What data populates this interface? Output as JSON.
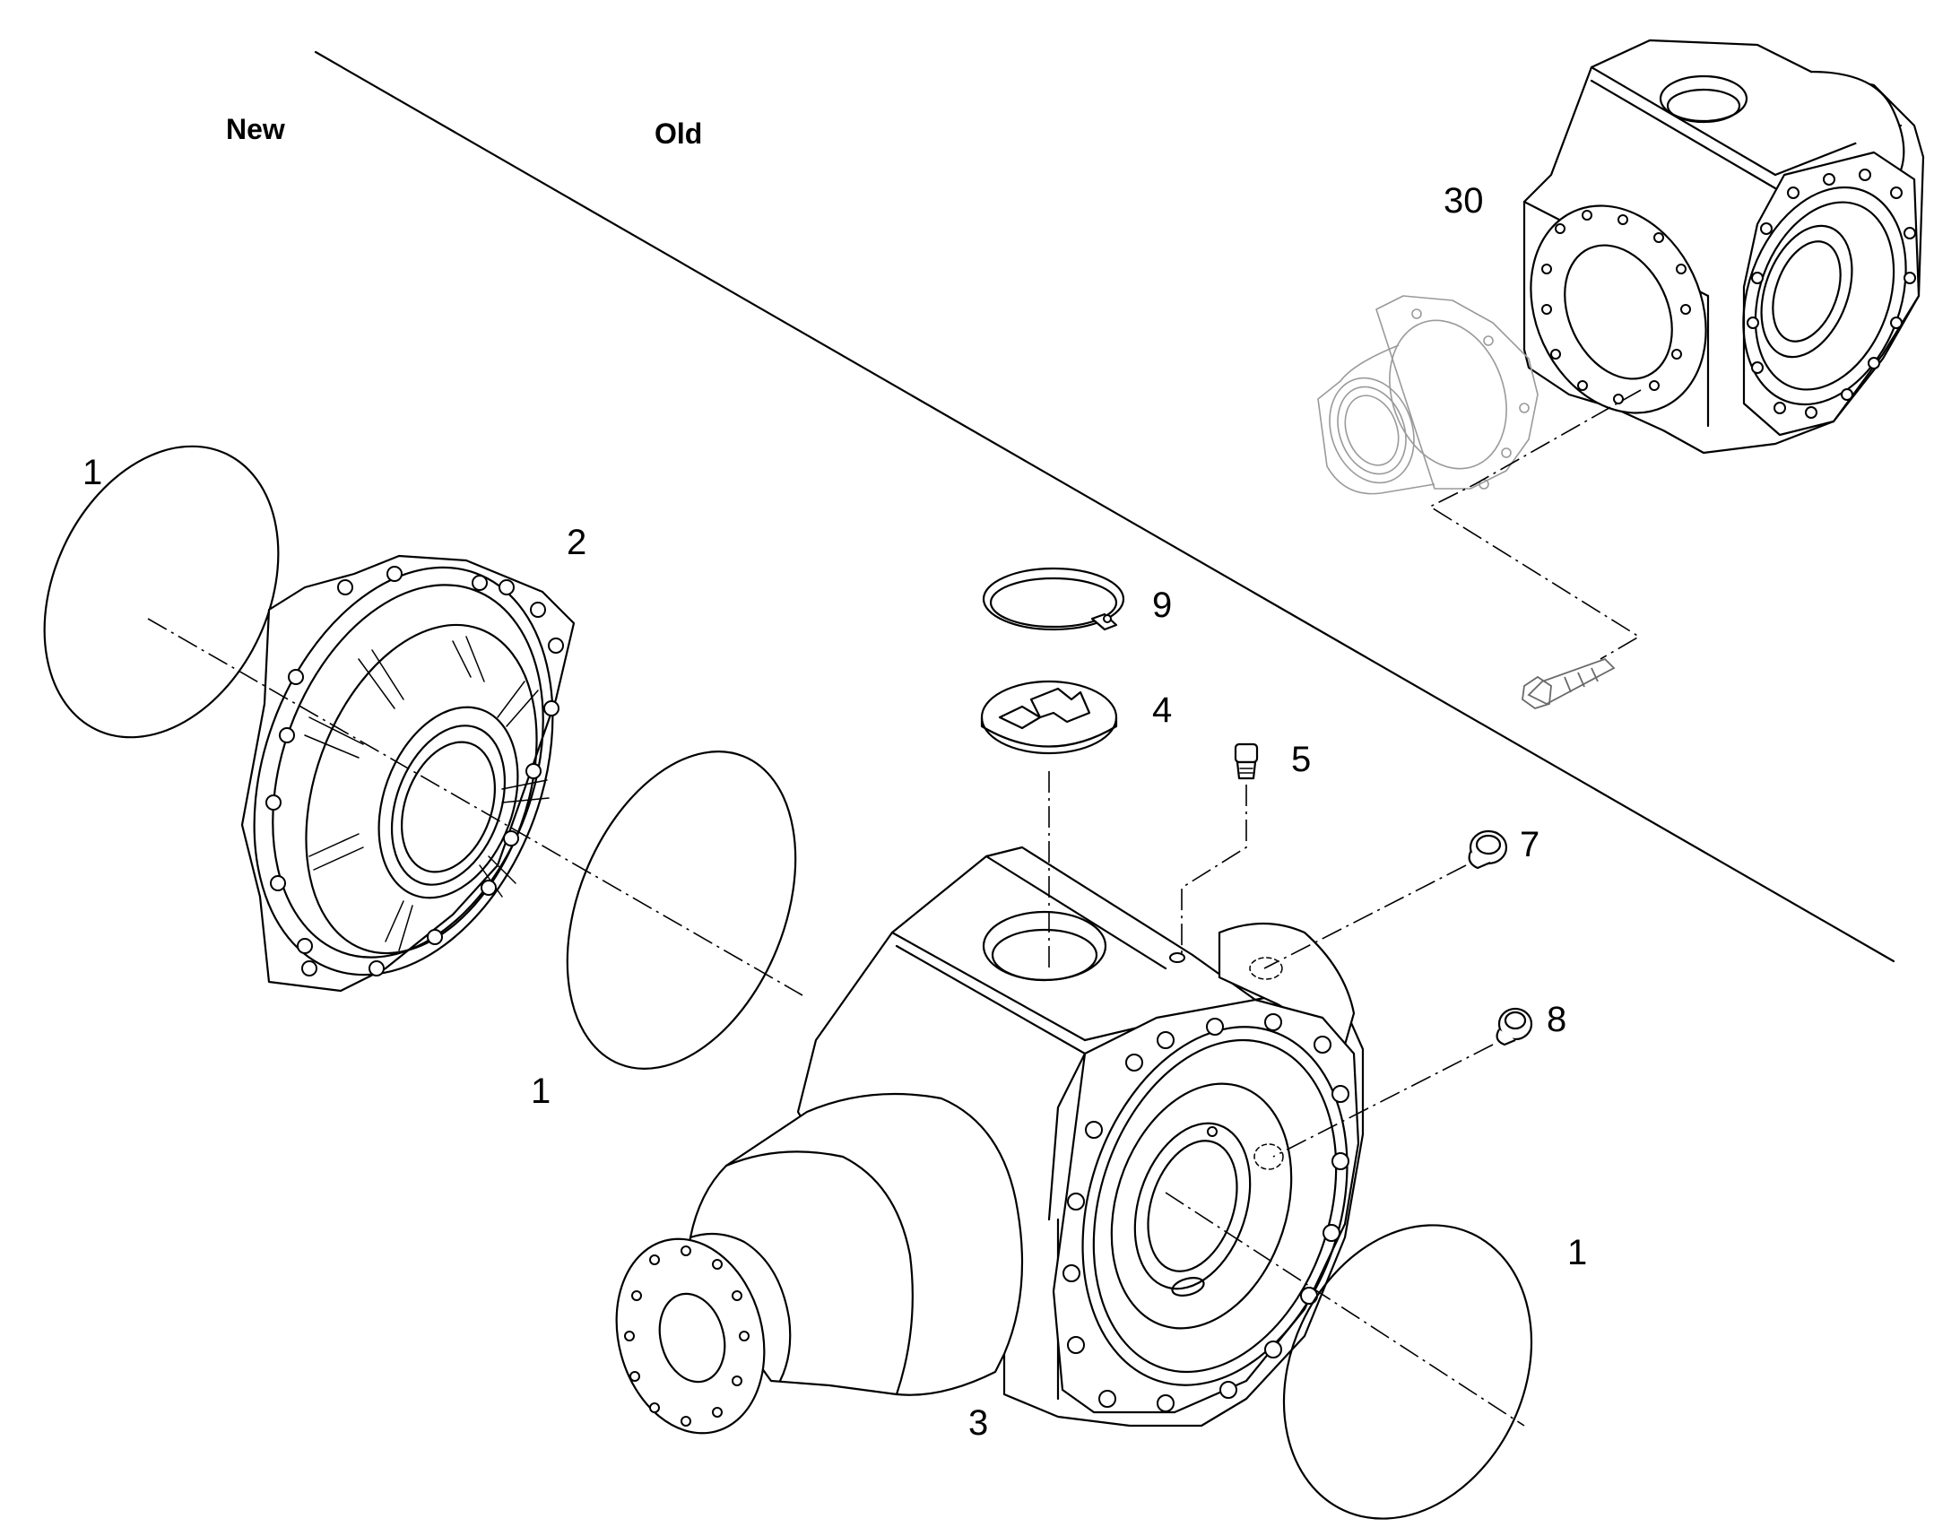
{
  "headings": {
    "new": "New",
    "old": "Old"
  },
  "callouts": {
    "c1a": "1",
    "c1b": "1",
    "c1c": "1",
    "c2": "2",
    "c3": "3",
    "c4": "4",
    "c5": "5",
    "c7": "7",
    "c8": "8",
    "c9": "9",
    "c30": "30"
  }
}
